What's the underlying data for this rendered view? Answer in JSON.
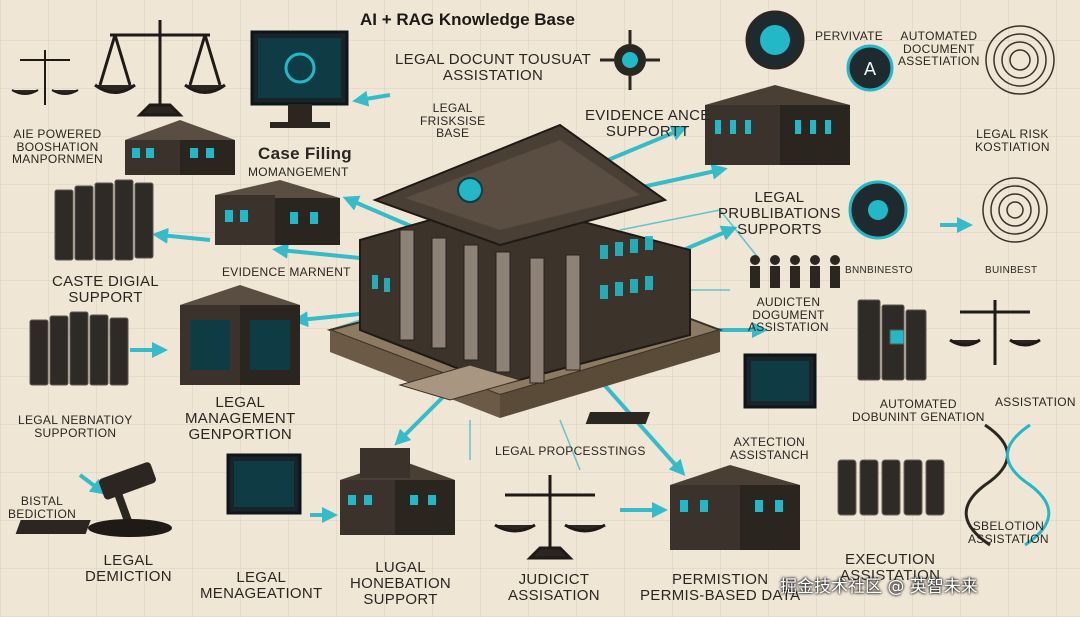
{
  "title": "AI + RAG Knowledge Base",
  "labels": {
    "legal_docunt": "LEGAL DOCUNT TOUSUAT\nASSISTATION",
    "legal_friskise": "LEGAL\nFRISKSISE\nBASE",
    "evidence_support": "EVIDENCE ANCE\nSUPPORTT",
    "pervivate": "PERVIVATE",
    "automated_doc": "AUTOMATED\nDOCUMENT\nASSETIATION",
    "ai_powered": "AIE POWERED\nBOOSHATION\nMANPORNMEN",
    "case_filing": "Case Filing",
    "case_filing_sub": "MOMANGEMENT",
    "legal_risk": "LEGAL RISK\nKOSTIATION",
    "legal_prub": "LEGAL\nPRUBLIBATIONS\nSUPPORTS",
    "caste_digial": "CASTE DIGIAL\nSUPPORT",
    "evidence_marnent": "EVIDENCE MARNENT",
    "binbinesto": "BNNBINESTO",
    "buinbest": "BUINBEST",
    "audicten": "AUDICTEN\nDOGUMENT\nASSISTATION",
    "legal_nebnatioy": "LEGAL NEBNATIOY\nSUPPORTION",
    "legal_management": "LEGAL\nMANAGEMENT\nGENPORTION",
    "automated_dobunint": "AUTOMATED\nDOBUNINT GENATION",
    "assistation": "ASSISTATION",
    "axtection": "AXTECTION\nASSISTANCH",
    "legal_processtings": "LEGAL PROPCESSTINGS",
    "bistal": "BISTAL\nBEDICTION",
    "selection": "SBELOTION\nASSISTATION",
    "legal_demiction": "LEGAL\nDEMICTION",
    "legal_menageationt": "LEGAL\nMENAGEATIONT",
    "lugal_honebation": "LUGAL\nHONEBATION\nSUPPORT",
    "judicict": "JUDICICT\nASSISATION",
    "permistion": "PERMISTION\nPERMIS-BASED DATA",
    "execution": "EXECUTION\nASSISTATION"
  },
  "watermark": "掘金技术社区 @ 英智未来",
  "colors": {
    "accent": "#22b8c8",
    "ink": "#2b2620",
    "paper": "#efe6d6"
  }
}
